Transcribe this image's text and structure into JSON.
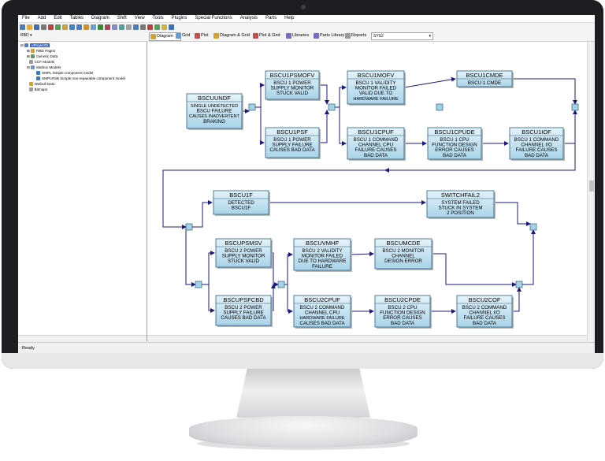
{
  "menu": [
    "File",
    "Add",
    "Edit",
    "Tables",
    "Diagram",
    "Shift",
    "View",
    "Tools",
    "Plugins",
    "Special Functions",
    "Analysis",
    "Parts",
    "Help"
  ],
  "tree_combo": "RBD",
  "tabs": [
    {
      "label": "Diagram",
      "active": true
    },
    {
      "label": "Grid"
    },
    {
      "label": "Plot"
    },
    {
      "label": "Diagram & Grid"
    },
    {
      "label": "Plot & Grid"
    },
    {
      "label": "Libraries"
    },
    {
      "label": "Parts Library"
    },
    {
      "label": "Reports"
    }
  ],
  "system_select": "SYS2",
  "tree": [
    {
      "label": "vProjectSt",
      "selected": true
    },
    {
      "label": "RBD Pages"
    },
    {
      "label": "Generic Data"
    },
    {
      "label": "CCF Models"
    },
    {
      "label": "Markov Models"
    },
    {
      "label": "SMPL Simple component model"
    },
    {
      "label": "SMPLRSB Simple non-repairable component model"
    },
    {
      "label": "Weibull Data"
    },
    {
      "label": "Bitmaps"
    }
  ],
  "blocks": [
    {
      "id": "BSCUUNDF",
      "desc": [
        "SINGLE UNDETECTED",
        "BSCU FAILURE",
        "CAUSES INADVERTENT",
        "BRAKING"
      ]
    },
    {
      "id": "BSCU1PSMOFV",
      "desc": [
        "BSCU 1 POWER",
        "SUPPLY MONITOR",
        "STUCK VALID"
      ]
    },
    {
      "id": "BSCU1PSF",
      "desc": [
        "BSCU 1 POWER",
        "SUPPLY FAILURE",
        "CAUSES BAD DATA"
      ]
    },
    {
      "id": "BSCU1MOFV",
      "desc": [
        "BSCU 1 VALIDITY",
        "MONITOR FAILED",
        "VALID DUE TO",
        "HARDWARE FAILURE"
      ]
    },
    {
      "id": "BSCU1CMDE",
      "desc": [
        "BSCU 1 CMDE"
      ]
    },
    {
      "id": "BSCU1CPUF",
      "desc": [
        "BSCU 1 COMMAND",
        "CHANNEL CPU",
        "FAILURE CAUSES",
        "BAD DATA"
      ]
    },
    {
      "id": "BSCU1CPUDE",
      "desc": [
        "BSCU 1 CPU",
        "FUNCTION DESIGN",
        "ERROR CAUSES",
        "BAD DATA"
      ]
    },
    {
      "id": "BSCU1IOF",
      "desc": [
        "BSCU 1 COMMAND",
        "CHANNEL I/O",
        "FAILURE CAUSES",
        "BAD DATA"
      ]
    },
    {
      "id": "BSCU1F",
      "desc": [
        "DETECTED",
        "BSCU1F"
      ]
    },
    {
      "id": "SWITCHFAIL2",
      "desc": [
        "SYSTEM FAILED",
        "STUCK IN SYSTEM",
        "2 POSITION"
      ]
    },
    {
      "id": "BSCUPSMSV",
      "desc": [
        "BSCU 2 POWER",
        "SUPPLY MONITOR",
        "STUCK VALID"
      ]
    },
    {
      "id": "BSCUPSFCBD",
      "desc": [
        "BSCU 2 POWER",
        "SUPPLY FAILURE",
        "CAUSES BAD DATA"
      ]
    },
    {
      "id": "BSCUVMHF",
      "desc": [
        "BSCU 2 VALIDITY",
        "MONITOR FAILED",
        "DUE TO HARDWARE",
        "FAILURE"
      ]
    },
    {
      "id": "BSCUMCDE",
      "desc": [
        "BSCU 2 MONITOR",
        "CHANNEL",
        "DESIGN ERROR"
      ]
    },
    {
      "id": "BSCU2CPUF",
      "desc": [
        "BSCU 2 COMMAND",
        "CHANNEL CPU",
        "HARDWARE FAILURE",
        "CAUSES BAD DATA"
      ]
    },
    {
      "id": "BSCU2CPDE",
      "desc": [
        "BSCU 2 CPU",
        "FUNCTION DESIGN",
        "ERROR CAUSES",
        "BAD DATA"
      ]
    },
    {
      "id": "BSCU2COF",
      "desc": [
        "BSCU 2 COMMAND",
        "CHANNEL I/O",
        "FAILURE CAUSES",
        "BAD DATA"
      ]
    }
  ],
  "status": "Ready",
  "colors": {
    "block_fill_top": "#e4f3fb",
    "block_fill_bottom": "#a9d3e8",
    "block_border": "#2d5d7a",
    "connector_line": "#1a1a80",
    "node_fill": "#a3d2e6",
    "selection": "#3366cc"
  }
}
